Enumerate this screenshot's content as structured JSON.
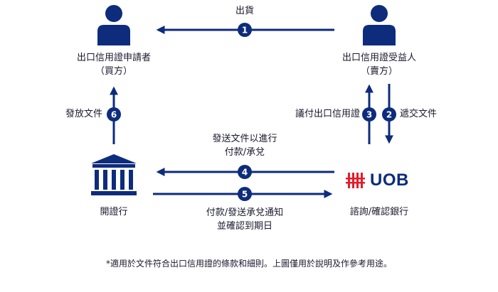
{
  "colors": {
    "navy": "#0d2c7b",
    "text": "#1a1a2e",
    "uob_red": "#e21d2c"
  },
  "actors": {
    "buyer": {
      "name": "出口信用證申請者",
      "role": "（買方）",
      "icon": "person-icon"
    },
    "seller": {
      "name": "出口信用證受益人",
      "role": "（賣方）",
      "icon": "person-icon"
    },
    "issuing_bank": {
      "name": "開證行",
      "icon": "bank-building-icon"
    },
    "advising_bank": {
      "name": "諮詢/確認銀行",
      "logo_text": "UOB",
      "logo_icon": "uob-logo-icon"
    }
  },
  "steps": [
    {
      "number": "1",
      "label": "出貨"
    },
    {
      "number": "2",
      "label": "遞交文件"
    },
    {
      "number": "3",
      "label": "議付出口信用證"
    },
    {
      "number": "4",
      "label_lines": [
        "發送文件以進行",
        "付款/承兌"
      ]
    },
    {
      "number": "5",
      "label_lines": [
        "付款/發送承兌通知",
        "並確認到期日"
      ]
    },
    {
      "number": "6",
      "label": "發放文件"
    }
  ],
  "footnote": "*適用於文件符合出口信用證的條款和細則。上圖僅用於說明及作參考用途。"
}
